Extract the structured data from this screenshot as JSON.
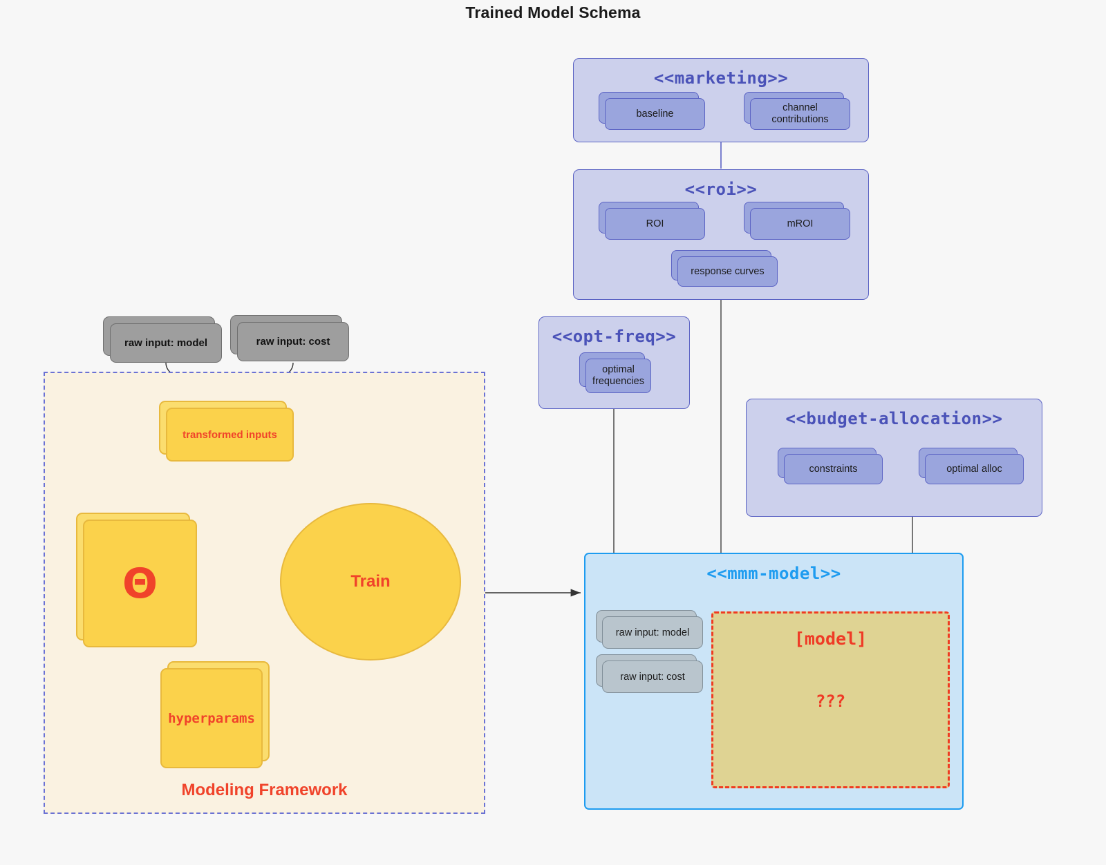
{
  "title": "Trained Model Schema",
  "packages": {
    "marketing": {
      "label": "<<marketing>>",
      "nodes": [
        {
          "name": "baseline",
          "label": "baseline"
        },
        {
          "name": "channel-contributions",
          "label": "channel contributions"
        }
      ]
    },
    "roi": {
      "label": "<<roi>>",
      "nodes": [
        {
          "name": "roi",
          "label": "ROI"
        },
        {
          "name": "mroi",
          "label": "mROI"
        },
        {
          "name": "response-curves",
          "label": "response curves"
        }
      ]
    },
    "opt_freq": {
      "label": "<<opt-freq>>",
      "nodes": [
        {
          "name": "optimal-frequencies",
          "label": "optimal frequencies"
        }
      ]
    },
    "budget_allocation": {
      "label": "<<budget-allocation>>",
      "nodes": [
        {
          "name": "constraints",
          "label": "constraints"
        },
        {
          "name": "optimal-alloc",
          "label": "optimal alloc"
        }
      ]
    },
    "mmm_model": {
      "label": "<<mmm-model>>",
      "inputs": [
        {
          "name": "raw-input-model",
          "label": "raw input: model"
        },
        {
          "name": "raw-input-cost",
          "label": "raw input: cost"
        }
      ],
      "model_box": {
        "label": "[model]",
        "unknown": "???"
      }
    }
  },
  "raw_inputs": [
    {
      "name": "raw-input-model",
      "label": "raw input: model"
    },
    {
      "name": "raw-input-cost",
      "label": "raw input: cost"
    }
  ],
  "framework": {
    "label": "Modeling Framework",
    "transformed_inputs": "transformed inputs",
    "theta": "Θ",
    "hyperparams": "hyperparams",
    "train": "Train"
  },
  "colors": {
    "page_bg": "#f7f7f7",
    "package_fill": "#ccd0ec",
    "package_border": "#5b63c4",
    "package_title": "#4a52b8",
    "node_fill": "#9aa5dd",
    "mmm_fill": "#cbe4f7",
    "mmm_border": "#1e9cf0",
    "model_fill": "#dfd393",
    "model_border": "#f03b20",
    "framework_fill": "#faf2e1",
    "framework_border": "#6b72d4",
    "accent_red": "#f0432a",
    "yellow_fill": "#fbd24b",
    "yellow_border": "#e8b93d",
    "grey_dark": "#9e9e9e",
    "grey_light": "#b9c5cd",
    "connector": "#555555"
  }
}
